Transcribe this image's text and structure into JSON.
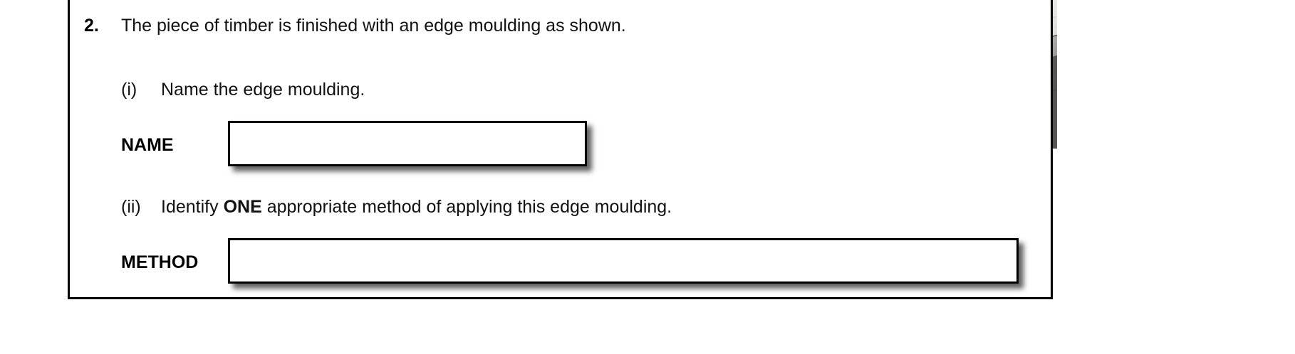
{
  "question": {
    "number": "2.",
    "stem": "The piece of timber is finished with an edge moulding as shown.",
    "parts": [
      {
        "marker": "(i)",
        "text": "Name the edge moulding.",
        "field_label": "NAME",
        "field_value": "",
        "field_placeholder": ""
      },
      {
        "marker": "(ii)",
        "text_before": "Identify ",
        "emphasis": "ONE",
        "text_after": " appropriate method of applying this edge moulding.",
        "field_label": "METHOD",
        "field_value": "",
        "field_placeholder": ""
      }
    ]
  },
  "figure": {
    "name": "timber-edge-moulding-photo",
    "caption": ""
  },
  "colors": {
    "ink": "#111111",
    "rule": "#000000",
    "paper": "#ffffff",
    "shadow": "rgba(0,0,0,0.62)",
    "timber_light": "#f2f0ee",
    "timber_mid": "#b9b7b4",
    "timber_dark": "#6e6c6a",
    "timber_edge": "#4d4b4a"
  }
}
